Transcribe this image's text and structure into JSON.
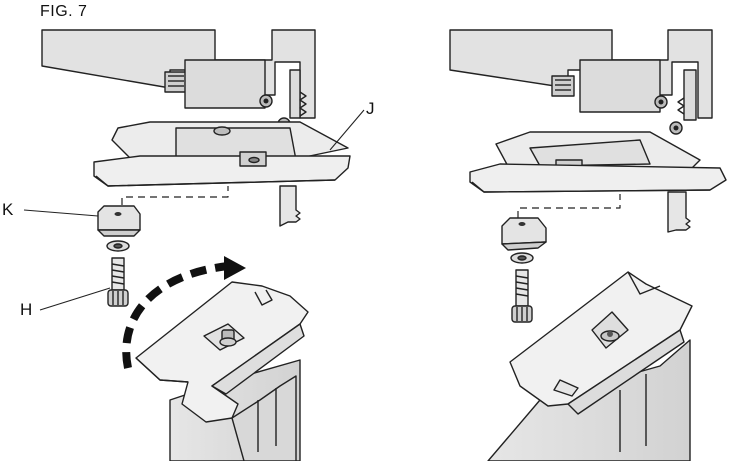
{
  "figure": {
    "title": "FIG. 7",
    "callouts": {
      "j": "J",
      "k": "K",
      "h": "H"
    }
  }
}
